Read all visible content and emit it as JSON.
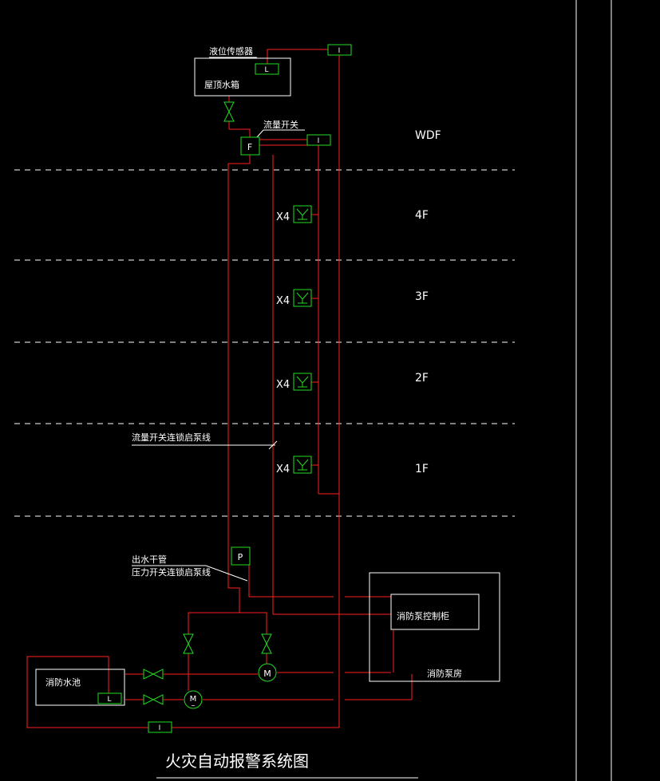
{
  "title": "火灾自动报警系统图",
  "colors": {
    "background": "#000000",
    "pipe": "#ff2020",
    "device": "#22dd22",
    "text": "#ffffff",
    "floor_line": "#ffffff"
  },
  "floors": [
    "WDF",
    "4F",
    "3F",
    "2F",
    "1F"
  ],
  "devices": {
    "level_sensor_label": "液位传感器",
    "level_sensor_symbol": "L",
    "roof_tank_label": "屋顶水箱",
    "flow_switch_label": "流量开关",
    "flow_switch_symbol": "F",
    "pressure_switch_symbol": "P",
    "input_module_symbol": "I",
    "motor_symbol": "M",
    "motor_sub_symbol": "~",
    "sprinkler_count_label": "X4",
    "pool_label": "消防水池",
    "pool_level_symbol": "L",
    "control_cabinet_label": "消防泵控制柜",
    "pump_room_label": "消防泵房"
  },
  "annotations": {
    "flow_switch_line": "流量开关连锁启泵线",
    "outlet_main_line1": "出水干管",
    "outlet_main_line2": "压力开关连锁启泵线"
  }
}
